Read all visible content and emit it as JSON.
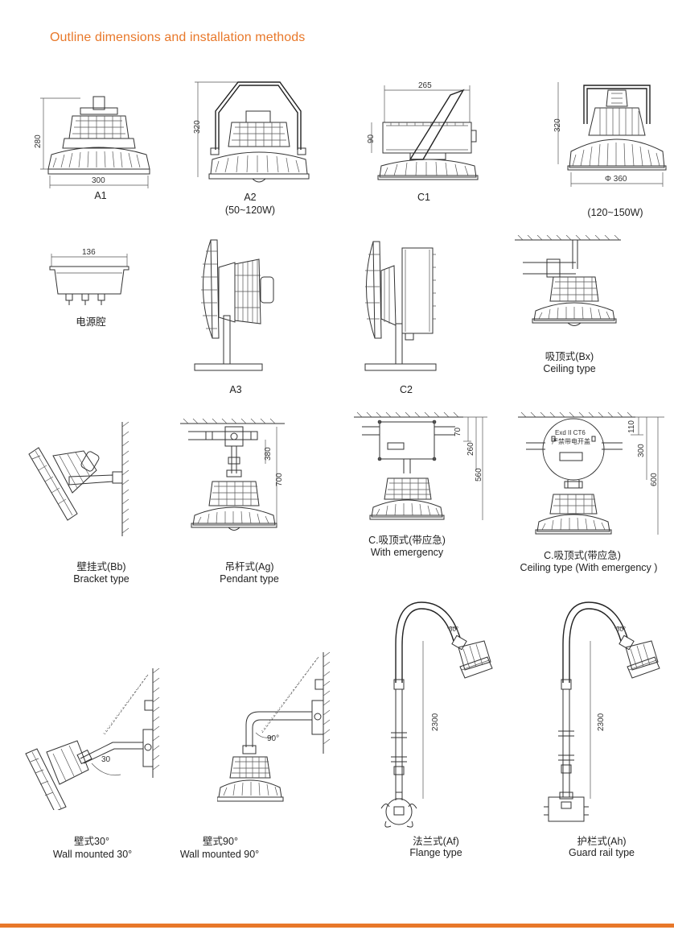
{
  "header": {
    "title": "Outline dimensions and installation methods"
  },
  "colors": {
    "accent": "#e8782a",
    "line": "#333333"
  },
  "figures": {
    "a1": {
      "caption": "A1",
      "dims": [
        "280",
        "300"
      ]
    },
    "a2": {
      "caption": "A2",
      "caption2": "(50~120W)",
      "dims": [
        "320"
      ]
    },
    "c1": {
      "caption": "C1",
      "dims": [
        "265",
        "90"
      ]
    },
    "hb": {
      "caption": "(120~150W)",
      "dims": [
        "320",
        "Φ 360"
      ]
    },
    "box": {
      "caption": "电源腔",
      "dims": [
        "136"
      ]
    },
    "a3": {
      "caption": "A3"
    },
    "c2": {
      "caption": "C2"
    },
    "bx": {
      "caption": "吸顶式(Bx)",
      "caption2": "Ceiling type"
    },
    "bb": {
      "caption": "壁挂式(Bb)",
      "caption2": "Bracket type"
    },
    "ag": {
      "caption": "吊杆式(Ag)",
      "caption2": "Pendant type",
      "dims": [
        "380",
        "700"
      ]
    },
    "ce": {
      "caption": "C.吸顶式(带应急)",
      "caption2": "With emergency",
      "dims": [
        "70",
        "260",
        "560"
      ]
    },
    "ce2": {
      "caption": "C.吸顶式(带应急)",
      "caption2": "Ceiling type (With emergency )",
      "dims": [
        "110",
        "300",
        "600"
      ],
      "label": "Exd II CT6",
      "label2": "严禁带电开盖"
    },
    "w30": {
      "caption": "壁式30°",
      "caption2": "Wall mounted 30°",
      "dims": [
        "30"
      ]
    },
    "w90": {
      "caption": "壁式90°",
      "caption2": "Wall mounted 90°",
      "dims": [
        "90°"
      ]
    },
    "af": {
      "caption": "法兰式(Af)",
      "caption2": "Flange type",
      "dims": [
        "2300",
        "30°"
      ]
    },
    "ah": {
      "caption": "护栏式(Ah)",
      "caption2": "Guard rail type",
      "dims": [
        "2300",
        "30°"
      ]
    }
  }
}
